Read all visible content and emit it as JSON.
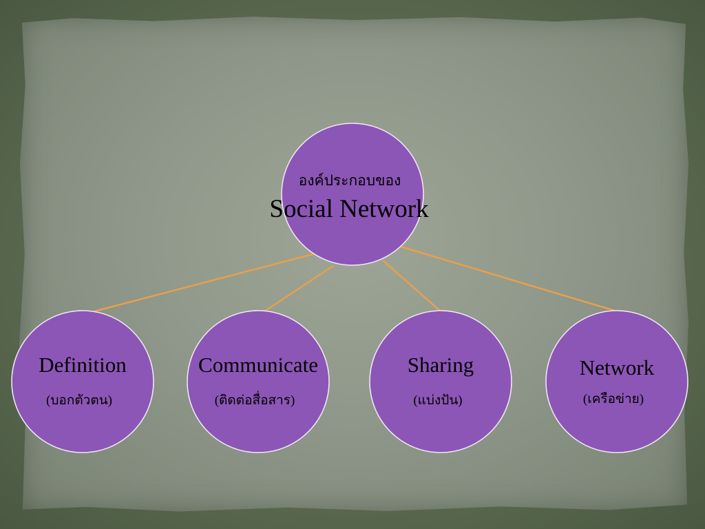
{
  "diagram": {
    "center": {
      "subtitle": "องค์ประกอบของ",
      "title": "Social Network"
    },
    "children": [
      {
        "title": "Definition",
        "subtitle": "(บอกตัวตน)"
      },
      {
        "title": "Communicate",
        "subtitle": "(ติดต่อสื่อสาร)"
      },
      {
        "title": "Sharing",
        "subtitle": "(แบ่งปัน)"
      },
      {
        "title": "Network",
        "subtitle": "(เครือข่าย)"
      }
    ]
  },
  "colors": {
    "node_fill": "#8c56b6",
    "node_stroke": "#f2e8f7",
    "connector": "#e8a04c",
    "background": "#5f6e55",
    "paper": "#8f988a"
  }
}
